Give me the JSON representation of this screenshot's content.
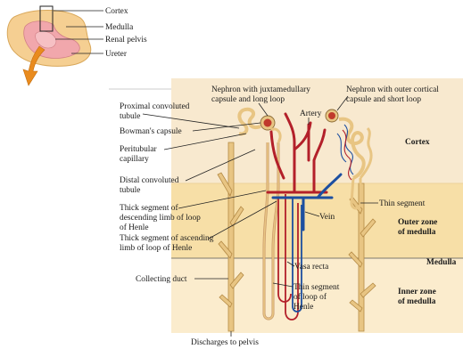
{
  "inset": {
    "labels": {
      "cortex": "Cortex",
      "medulla": "Medulla",
      "pelvis": "Renal pelvis",
      "ureter": "Ureter"
    }
  },
  "zones": {
    "cortex": "Cortex",
    "outer_1": "Outer zone",
    "outer_2": "of medulla",
    "medulla": "Medulla",
    "inner_1": "Inner zone",
    "inner_2": "of medulla"
  },
  "labels": {
    "juxta_1": "Nephron with juxtamedullary",
    "juxta_2": "capsule and long loop",
    "cortical_1": "Nephron with outer cortical",
    "cortical_2": "capsule and short loop",
    "artery": "Artery",
    "vein": "Vein",
    "pct_1": "Proximal convoluted",
    "pct_2": "tubule",
    "bowman": "Bowman's capsule",
    "peri_1": "Peritubular",
    "peri_2": "capillary",
    "dct_1": "Distal convoluted",
    "dct_2": "tubule",
    "thick_desc_1": "Thick segment of",
    "thick_desc_2": "descending limb of loop",
    "thick_desc_3": "of Henle",
    "thick_asc_1": "Thick segment of ascending",
    "thick_asc_2": "limb of loop of Henle",
    "thin_segment": "Thin segment",
    "collecting": "Collecting duct",
    "vasa": "Vasa recta",
    "thin_loop_1": "Thin segment",
    "thin_loop_2": "of loop of",
    "thin_loop_3": "Henle",
    "discharge": "Discharges to pelvis"
  },
  "colors": {
    "cortex_bg": "#f8e9cf",
    "medulla_outer_bg": "#f7dfa7",
    "medulla_inner_bg": "#fbeccd",
    "artery": "#b3202a",
    "vein": "#1d4fa0",
    "tubule": "#e8c583",
    "kidney_outer": "#f5cf92",
    "kidney_inner": "#f1a7ac",
    "ureter": "#e98b1e"
  }
}
